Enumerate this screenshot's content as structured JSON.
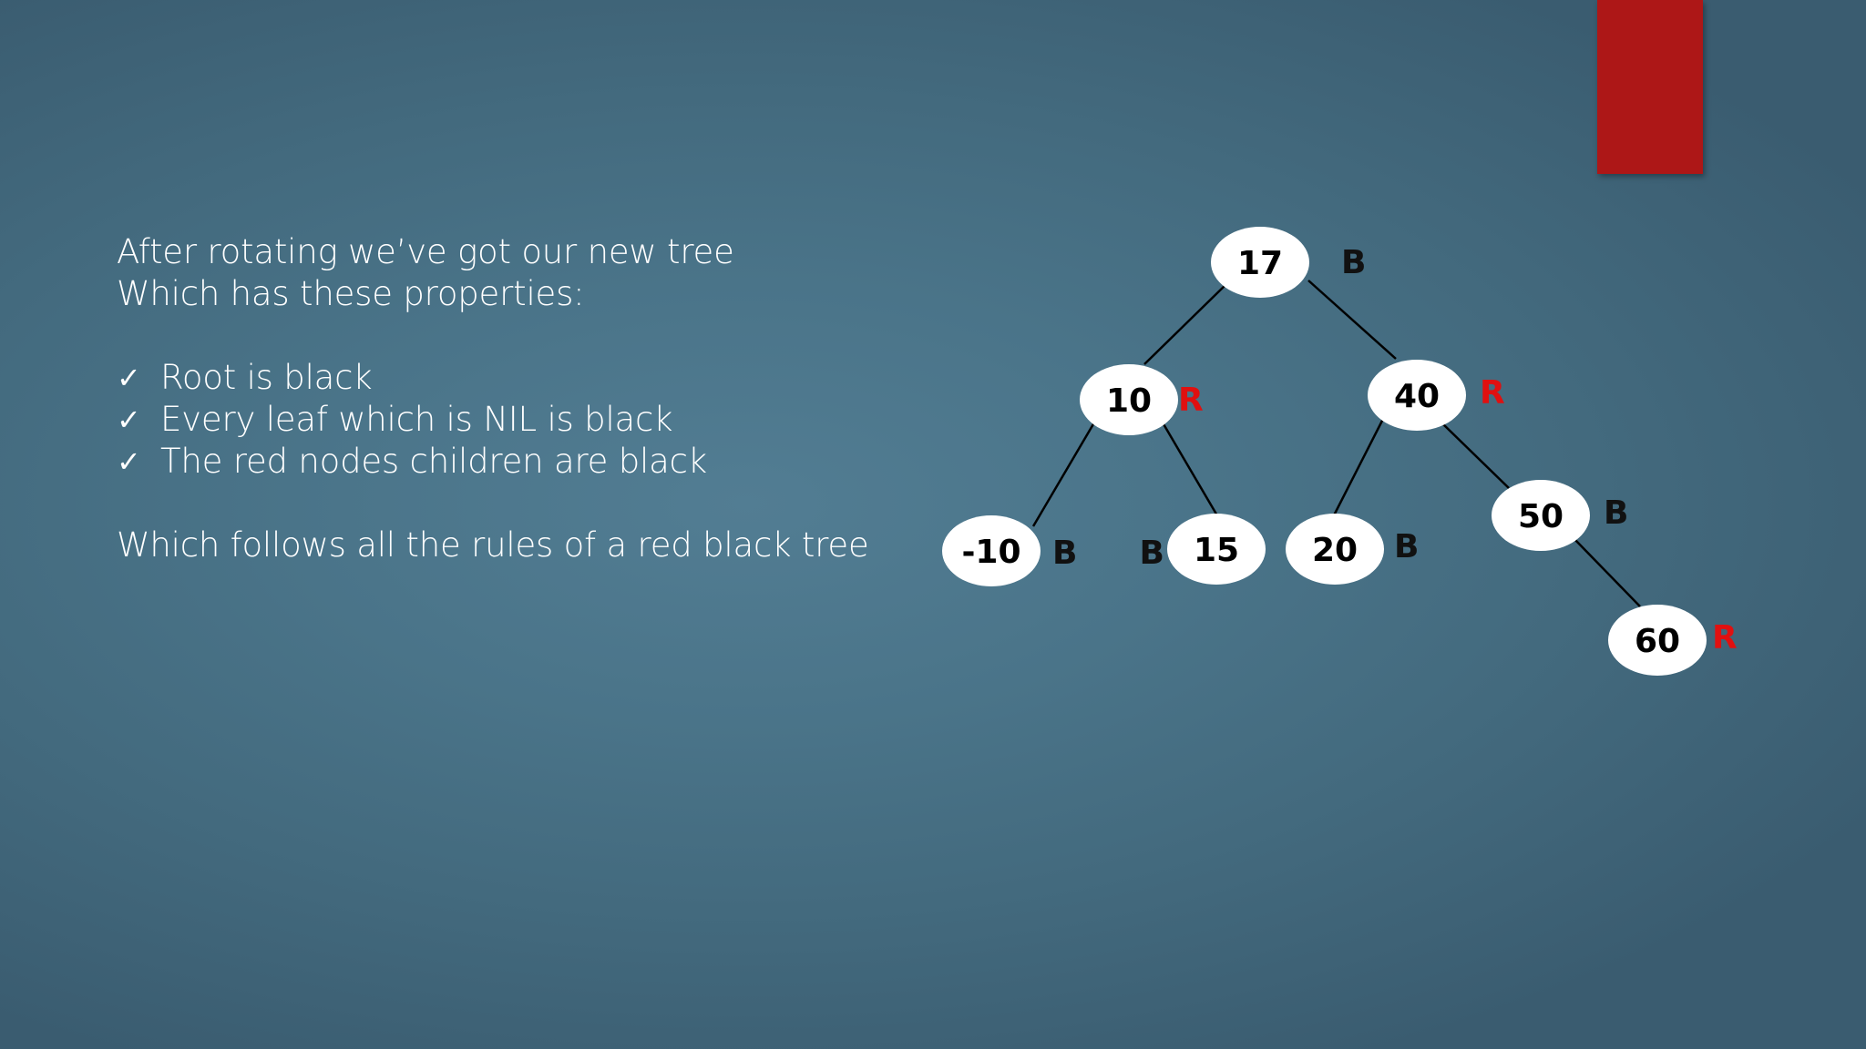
{
  "text": {
    "line1": "After rotating we’ve got our new tree",
    "line2": "Which has these properties:",
    "checks": [
      "Root is black",
      "Every leaf which is NIL is black",
      "The red nodes children are black"
    ],
    "conclusion": "Which follows all the rules of a red black tree",
    "check_icon": "✓"
  },
  "tree": {
    "nodes": [
      {
        "id": "n17",
        "value": "17",
        "color": "B"
      },
      {
        "id": "n10",
        "value": "10",
        "color": "R"
      },
      {
        "id": "n40",
        "value": "40",
        "color": "R"
      },
      {
        "id": "nm10",
        "value": "-10",
        "color": "B"
      },
      {
        "id": "n15",
        "value": "15",
        "color": "B"
      },
      {
        "id": "n20",
        "value": "20",
        "color": "B"
      },
      {
        "id": "n50",
        "value": "50",
        "color": "B"
      },
      {
        "id": "n60",
        "value": "60",
        "color": "R"
      }
    ],
    "edges": [
      [
        "n17",
        "n10"
      ],
      [
        "n17",
        "n40"
      ],
      [
        "n10",
        "nm10"
      ],
      [
        "n10",
        "n15"
      ],
      [
        "n40",
        "n20"
      ],
      [
        "n40",
        "n50"
      ],
      [
        "n50",
        "n60"
      ]
    ]
  },
  "colors": {
    "black_label": "#111111",
    "red_label": "#e01010",
    "accent": "#ad1717",
    "node_fill": "#ffffff"
  }
}
